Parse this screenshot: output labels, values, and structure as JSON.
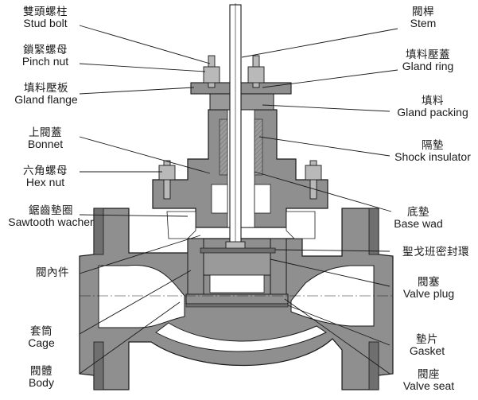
{
  "colors": {
    "metal": "#8f8f8f",
    "metal_dark": "#6f6f6f",
    "metal_light": "#b9b9b9",
    "ink": "#1a1a1a",
    "background": "#ffffff"
  },
  "labels": {
    "stud_bolt": {
      "zh": "雙頭螺柱",
      "en": "Stud bolt"
    },
    "pinch_nut": {
      "zh": "鎖緊螺母",
      "en": "Pinch nut"
    },
    "gland_flange": {
      "zh": "填料壓板",
      "en": "Gland flange"
    },
    "bonnet": {
      "zh": "上閥蓋",
      "en": "Bonnet"
    },
    "hex_nut": {
      "zh": "六角螺母",
      "en": "Hex nut"
    },
    "sawtooth_washer": {
      "zh": "鋸齒墊圈",
      "en": "Sawtooth wacher"
    },
    "trim": {
      "zh": "閥內件"
    },
    "cage": {
      "zh": "套筒",
      "en": "Cage"
    },
    "body": {
      "zh": "閥體",
      "en": "Body"
    },
    "stem": {
      "zh": "閥桿",
      "en": "Stem"
    },
    "gland_ring": {
      "zh": "填料壓蓋",
      "en": "Gland ring"
    },
    "gland_packing": {
      "zh": "填料",
      "en": "Gland packing"
    },
    "shock_insulator": {
      "zh": "隔墊",
      "en": "Shock insulator"
    },
    "base_wad": {
      "zh": "底墊",
      "en": "Base wad"
    },
    "seal_ring": {
      "zh": "聖戈班密封環"
    },
    "valve_plug": {
      "zh": "閥塞",
      "en": "Valve plug"
    },
    "gasket": {
      "zh": "墊片",
      "en": "Gasket"
    },
    "valve_seat": {
      "zh": "閥座",
      "en": "Valve seat"
    }
  }
}
